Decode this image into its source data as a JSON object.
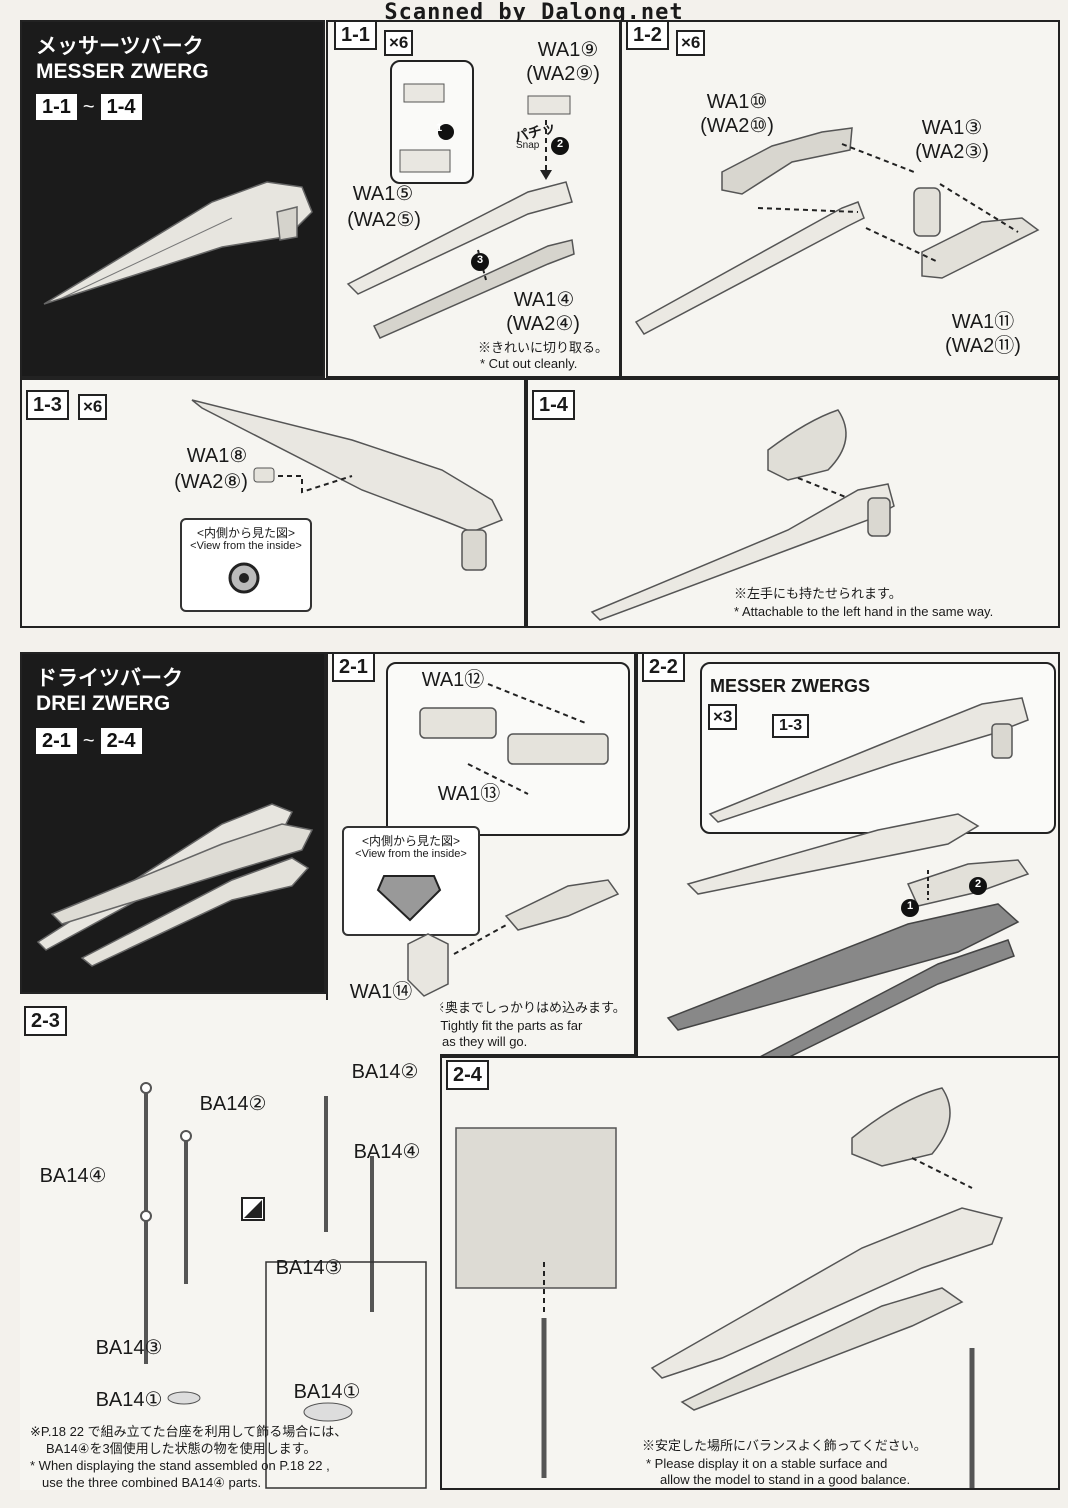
{
  "watermark": "Scanned by Dalong.net",
  "section1": {
    "title_jp": "メッサーツバーク",
    "title_en": "MESSER ZWERG",
    "range_from": "1-1",
    "range_tilde": "~",
    "range_to": "1-4"
  },
  "step_1_1": {
    "step": "1-1",
    "multiplier": "×6",
    "snap_jp": "パチッ",
    "snap_en": "Snap",
    "marker1": "1",
    "marker2": "2",
    "marker3": "3",
    "part_a": "WA1⑨",
    "part_a_alt": "(WA2⑨)",
    "part_b": "WA1⑤",
    "part_b_alt": "(WA2⑤)",
    "part_c": "WA1④",
    "part_c_alt": "(WA2④)",
    "note_jp": "※きれいに切り取る。",
    "note_en": "* Cut out cleanly."
  },
  "step_1_2": {
    "step": "1-2",
    "multiplier": "×6",
    "part_a": "WA1⑩",
    "part_a_alt": "(WA2⑩)",
    "part_b": "WA1③",
    "part_b_alt": "(WA2③)",
    "part_c": "WA1⑪",
    "part_c_alt": "(WA2⑪)"
  },
  "step_1_3": {
    "step": "1-3",
    "multiplier": "×6",
    "part_a": "WA1⑧",
    "part_a_alt": "(WA2⑧)",
    "view_jp": "<内側から見た図>",
    "view_en": "<View from the inside>"
  },
  "step_1_4": {
    "step": "1-4",
    "note_jp": "※左手にも持たせられます。",
    "note_en": "* Attachable to the left hand in the same way."
  },
  "section2": {
    "title_jp": "ドライツバーク",
    "title_en": "DREI ZWERG",
    "range_from": "2-1",
    "range_tilde": "~",
    "range_to": "2-4"
  },
  "step_2_1": {
    "step": "2-1",
    "part_a": "WA1⑫",
    "part_b": "WA1⑬",
    "part_c": "WA1⑭",
    "view_jp": "<内側から見た図>",
    "view_en": "<View from the inside>",
    "note_jp": "※奥までしっかりはめ込みます。",
    "note_en1": "* Tightly fit the parts as far",
    "note_en2": "as they will go."
  },
  "step_2_2": {
    "step": "2-2",
    "heading": "MESSER ZWERGS",
    "multiplier": "×3",
    "ref_step": "1-3",
    "marker1": "1",
    "marker2": "2"
  },
  "step_2_3": {
    "step": "2-3",
    "left_a": "BA14②",
    "left_b": "BA14④",
    "left_c": "BA14③",
    "left_d": "BA14①",
    "right_a": "BA14②",
    "right_b": "BA14④",
    "right_c": "BA14③",
    "right_d": "BA14①",
    "note_jp1": "※P.18 22 で組み立てた台座を利用して飾る場合には、",
    "note_jp2": "BA14④を3個使用した状態の物を使用します。",
    "note_en1": "* When displaying the stand assembled on P.18 22 ,",
    "note_en2": "use the three combined BA14④ parts."
  },
  "step_2_4": {
    "step": "2-4",
    "note_jp": "※安定した場所にバランスよく飾ってください。",
    "note_en1": "* Please display it on a stable surface and",
    "note_en2": "allow the model to stand in a good balance."
  }
}
